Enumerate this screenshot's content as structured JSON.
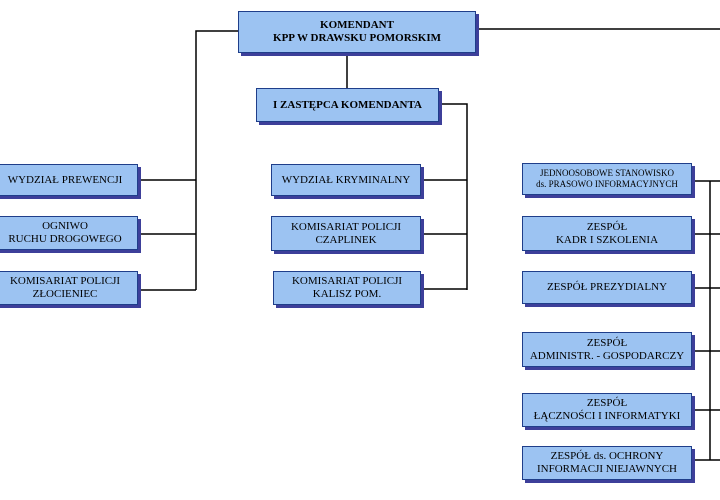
{
  "colors": {
    "box_fill": "#9cc3f2",
    "box_border": "#1f3e8a",
    "box_shadow": "#3d3f9a",
    "connector": "#000000"
  },
  "chart_data": {
    "type": "org-chart",
    "root": {
      "lines": [
        "KOMENDANT",
        "KPP W DRAWSKU POMORSKIM"
      ]
    },
    "deputy": {
      "lines": [
        "I ZASTĘPCA KOMENDANTA"
      ]
    },
    "left_units": [
      {
        "lines": [
          "WYDZIAŁ PREWENCJI"
        ]
      },
      {
        "lines": [
          "OGNIWO",
          "RUCHU DROGOWEGO"
        ]
      },
      {
        "lines": [
          "KOMISARIAT POLICJI",
          "ZŁOCIENIEC"
        ]
      }
    ],
    "deputy_units": [
      {
        "lines": [
          "WYDZIAŁ KRYMINALNY"
        ]
      },
      {
        "lines": [
          "KOMISARIAT POLICJI",
          "CZAPLINEK"
        ]
      },
      {
        "lines": [
          "KOMISARIAT POLICJI",
          "KALISZ POM."
        ]
      }
    ],
    "right_units": [
      {
        "lines": [
          "JEDNOOSOBOWE STANOWISKO",
          "ds. PRASOWO INFORMACYJNYCH"
        ]
      },
      {
        "lines": [
          "ZESPÓŁ",
          "KADR I SZKOLENIA"
        ]
      },
      {
        "lines": [
          "ZESPÓŁ PREZYDIALNY"
        ]
      },
      {
        "lines": [
          "ZESPÓŁ",
          "ADMINISTR. - GOSPODARCZY"
        ]
      },
      {
        "lines": [
          "ZESPÓŁ",
          "ŁĄCZNOŚCI I INFORMATYKI"
        ]
      },
      {
        "lines": [
          "ZESPÓŁ ds. OCHRONY",
          "INFORMACJI NIEJAWNYCH"
        ]
      }
    ]
  }
}
